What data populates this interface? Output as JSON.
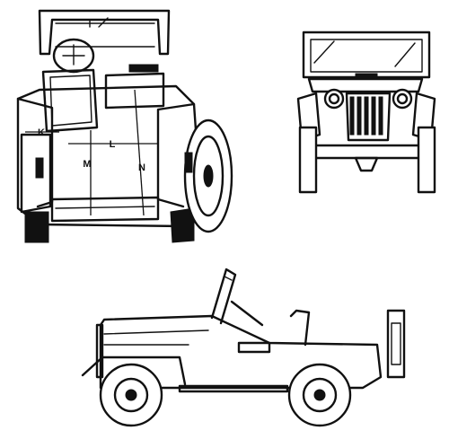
{
  "dimension_labels": {
    "k": "K",
    "l": "L",
    "m": "M",
    "n": "N"
  },
  "colors": {
    "ink": "#111111",
    "paper": "#ffffff"
  }
}
